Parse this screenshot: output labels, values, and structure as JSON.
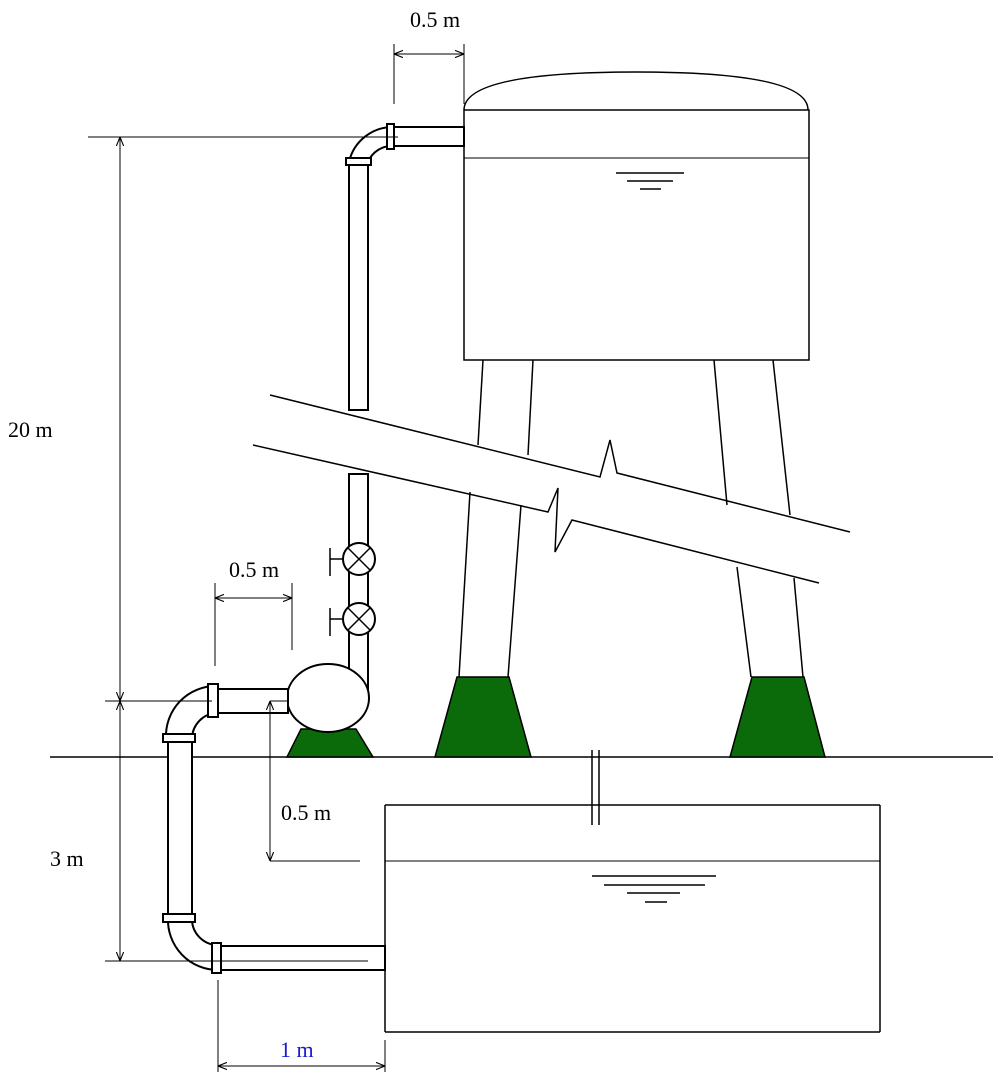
{
  "dimensions": {
    "top_pipe_offset": "0.5 m",
    "discharge_height": "20 m",
    "pump_pipe_offset": "0.5 m",
    "pump_axis_above_inlet": "0.5 m",
    "suction_height": "3 m",
    "inlet_pipe_length": "1 m"
  },
  "colors": {
    "support_footing": "#0b6b0b",
    "inlet_length_label": "#1a1ad6",
    "line": "#000000"
  }
}
